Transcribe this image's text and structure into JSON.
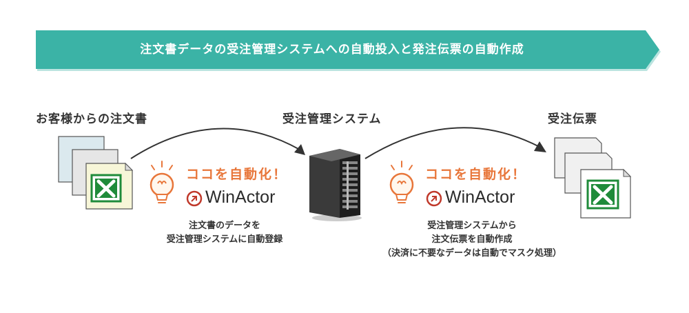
{
  "banner": {
    "title": "注文書データの受注管理システムへの自動投入と発注伝票の自動作成",
    "color": "#3bb3a6"
  },
  "sources": {
    "customer_orders": "お客様からの注文書",
    "order_system": "受注管理システム",
    "order_slip": "受注伝票"
  },
  "steps": [
    {
      "cta": "ココを自動化！",
      "product": "WinActor",
      "description": [
        "注文書のデータを",
        "受注管理システムに自動登録"
      ]
    },
    {
      "cta": "ココを自動化！",
      "product": "WinActor",
      "description": [
        "受注管理システムから",
        "注文伝票を自動作成",
        "（決済に不要なデータは自動でマスク処理）"
      ]
    }
  ],
  "colors": {
    "accent": "#e8763a",
    "excel_green": "#1f8b3a",
    "paper_blue": "#dbe9ee",
    "paper_gray": "#e6e6e6"
  },
  "icons": [
    "document-stack-icon",
    "excel-icon",
    "lightbulb-icon",
    "winactor-logo-icon",
    "server-icon",
    "arrow-icon"
  ]
}
